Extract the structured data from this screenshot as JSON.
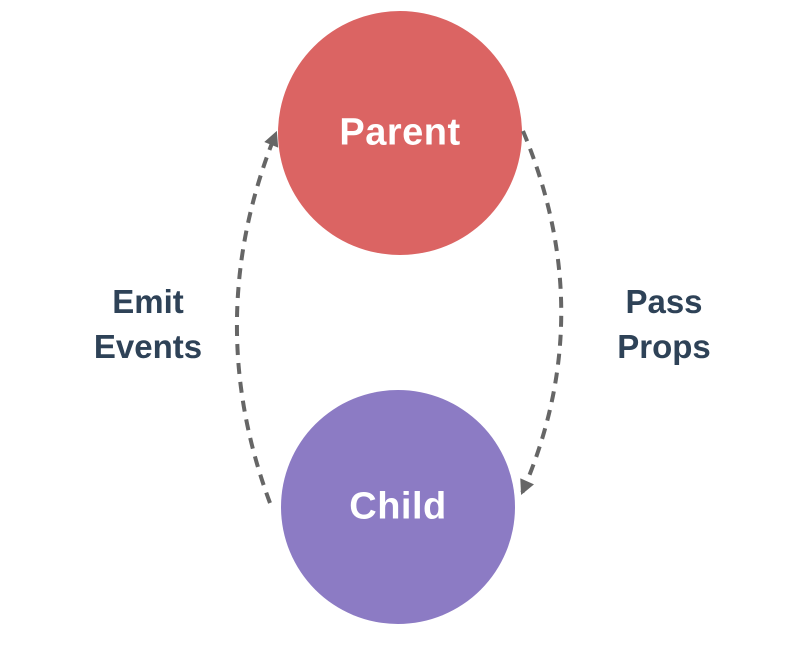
{
  "diagram": {
    "nodes": [
      {
        "id": "parent",
        "label": "Parent",
        "color": "#DB6463",
        "text_color": "#FFFFFF"
      },
      {
        "id": "child",
        "label": "Child",
        "color": "#8C7BC4",
        "text_color": "#FFFFFF"
      }
    ],
    "edges": [
      {
        "id": "emit-events",
        "from": "child",
        "to": "parent",
        "label_line1": "Emit",
        "label_line2": "Events",
        "line_style": "dashed"
      },
      {
        "id": "pass-props",
        "from": "parent",
        "to": "child",
        "label_line1": "Pass",
        "label_line2": "Props",
        "line_style": "dashed"
      }
    ],
    "colors": {
      "arrow": "#666666",
      "edge_label_text": "#2E4257",
      "background": "#FFFFFF"
    }
  }
}
